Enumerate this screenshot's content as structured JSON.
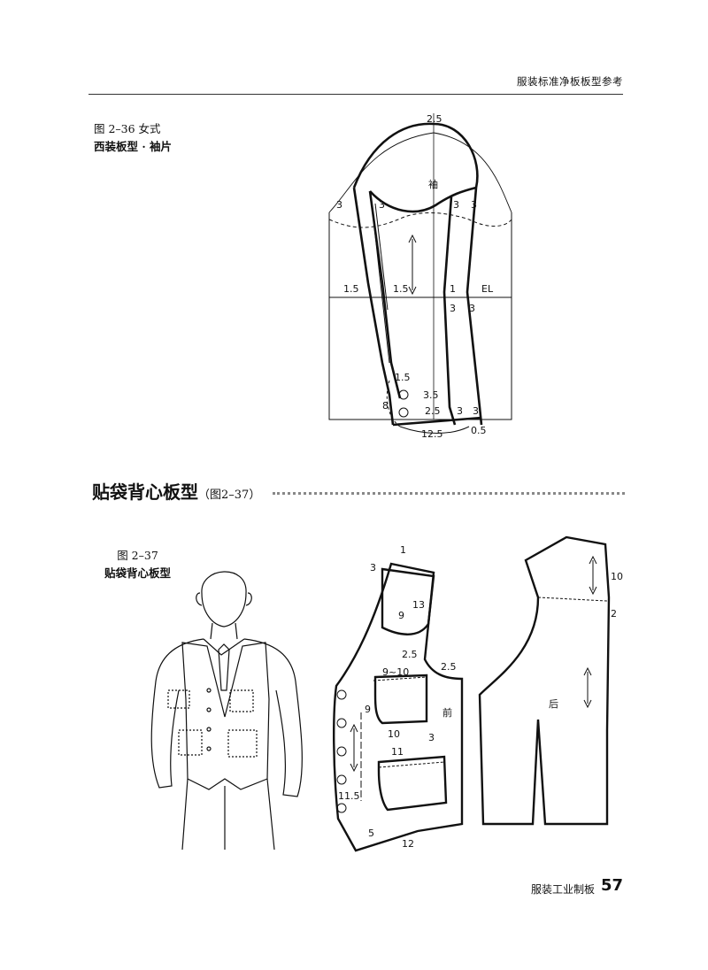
{
  "header": {
    "running_title": "服装标准净板板型参考"
  },
  "figure_36": {
    "caption_line1": "图 2–36  女式",
    "caption_line2": "西装板型 · 袖片",
    "labels": {
      "top": "2.5",
      "center": "袖",
      "el": "EL",
      "seam_a": "3",
      "seam_b": "3",
      "seam_c": "3",
      "seam_d": "3",
      "left_a": "1.5",
      "left_b": "1.5",
      "right_a": "1",
      "right_b": "3",
      "right_c": "3",
      "vent_top": "1.5",
      "vent_a": "3.5",
      "vent_b": "2.5",
      "vent_len": "8",
      "hem_a": "3",
      "hem_b": "3",
      "hem_width": "12.5",
      "hem_offset": "0.5"
    }
  },
  "section": {
    "title": "贴袋背心板型",
    "ref": "（图2–37）"
  },
  "figure_37": {
    "caption_line1": "图 2–37",
    "caption_line2": "贴袋背心板型",
    "labels": {
      "front_top_a": "1",
      "front_top_b": "3",
      "chest_pocket_depth": "13",
      "chest_pocket_width": "9",
      "chest_pocket_bottom": "2.5",
      "mid_pocket_width": "9~10",
      "mid_flap": "2.5",
      "mid_pocket_height": "9",
      "mid_pocket_bottom": "10",
      "front_panel": "前",
      "low_pocket_flap": "3",
      "low_pocket_width": "11",
      "low_pocket_height": "11.5",
      "hem_a": "5",
      "hem_b": "12",
      "back_panel": "后",
      "back_yoke": "10",
      "back_offset": "2"
    }
  },
  "footer": {
    "book_title": "服装工业制板",
    "page_number": "57"
  }
}
